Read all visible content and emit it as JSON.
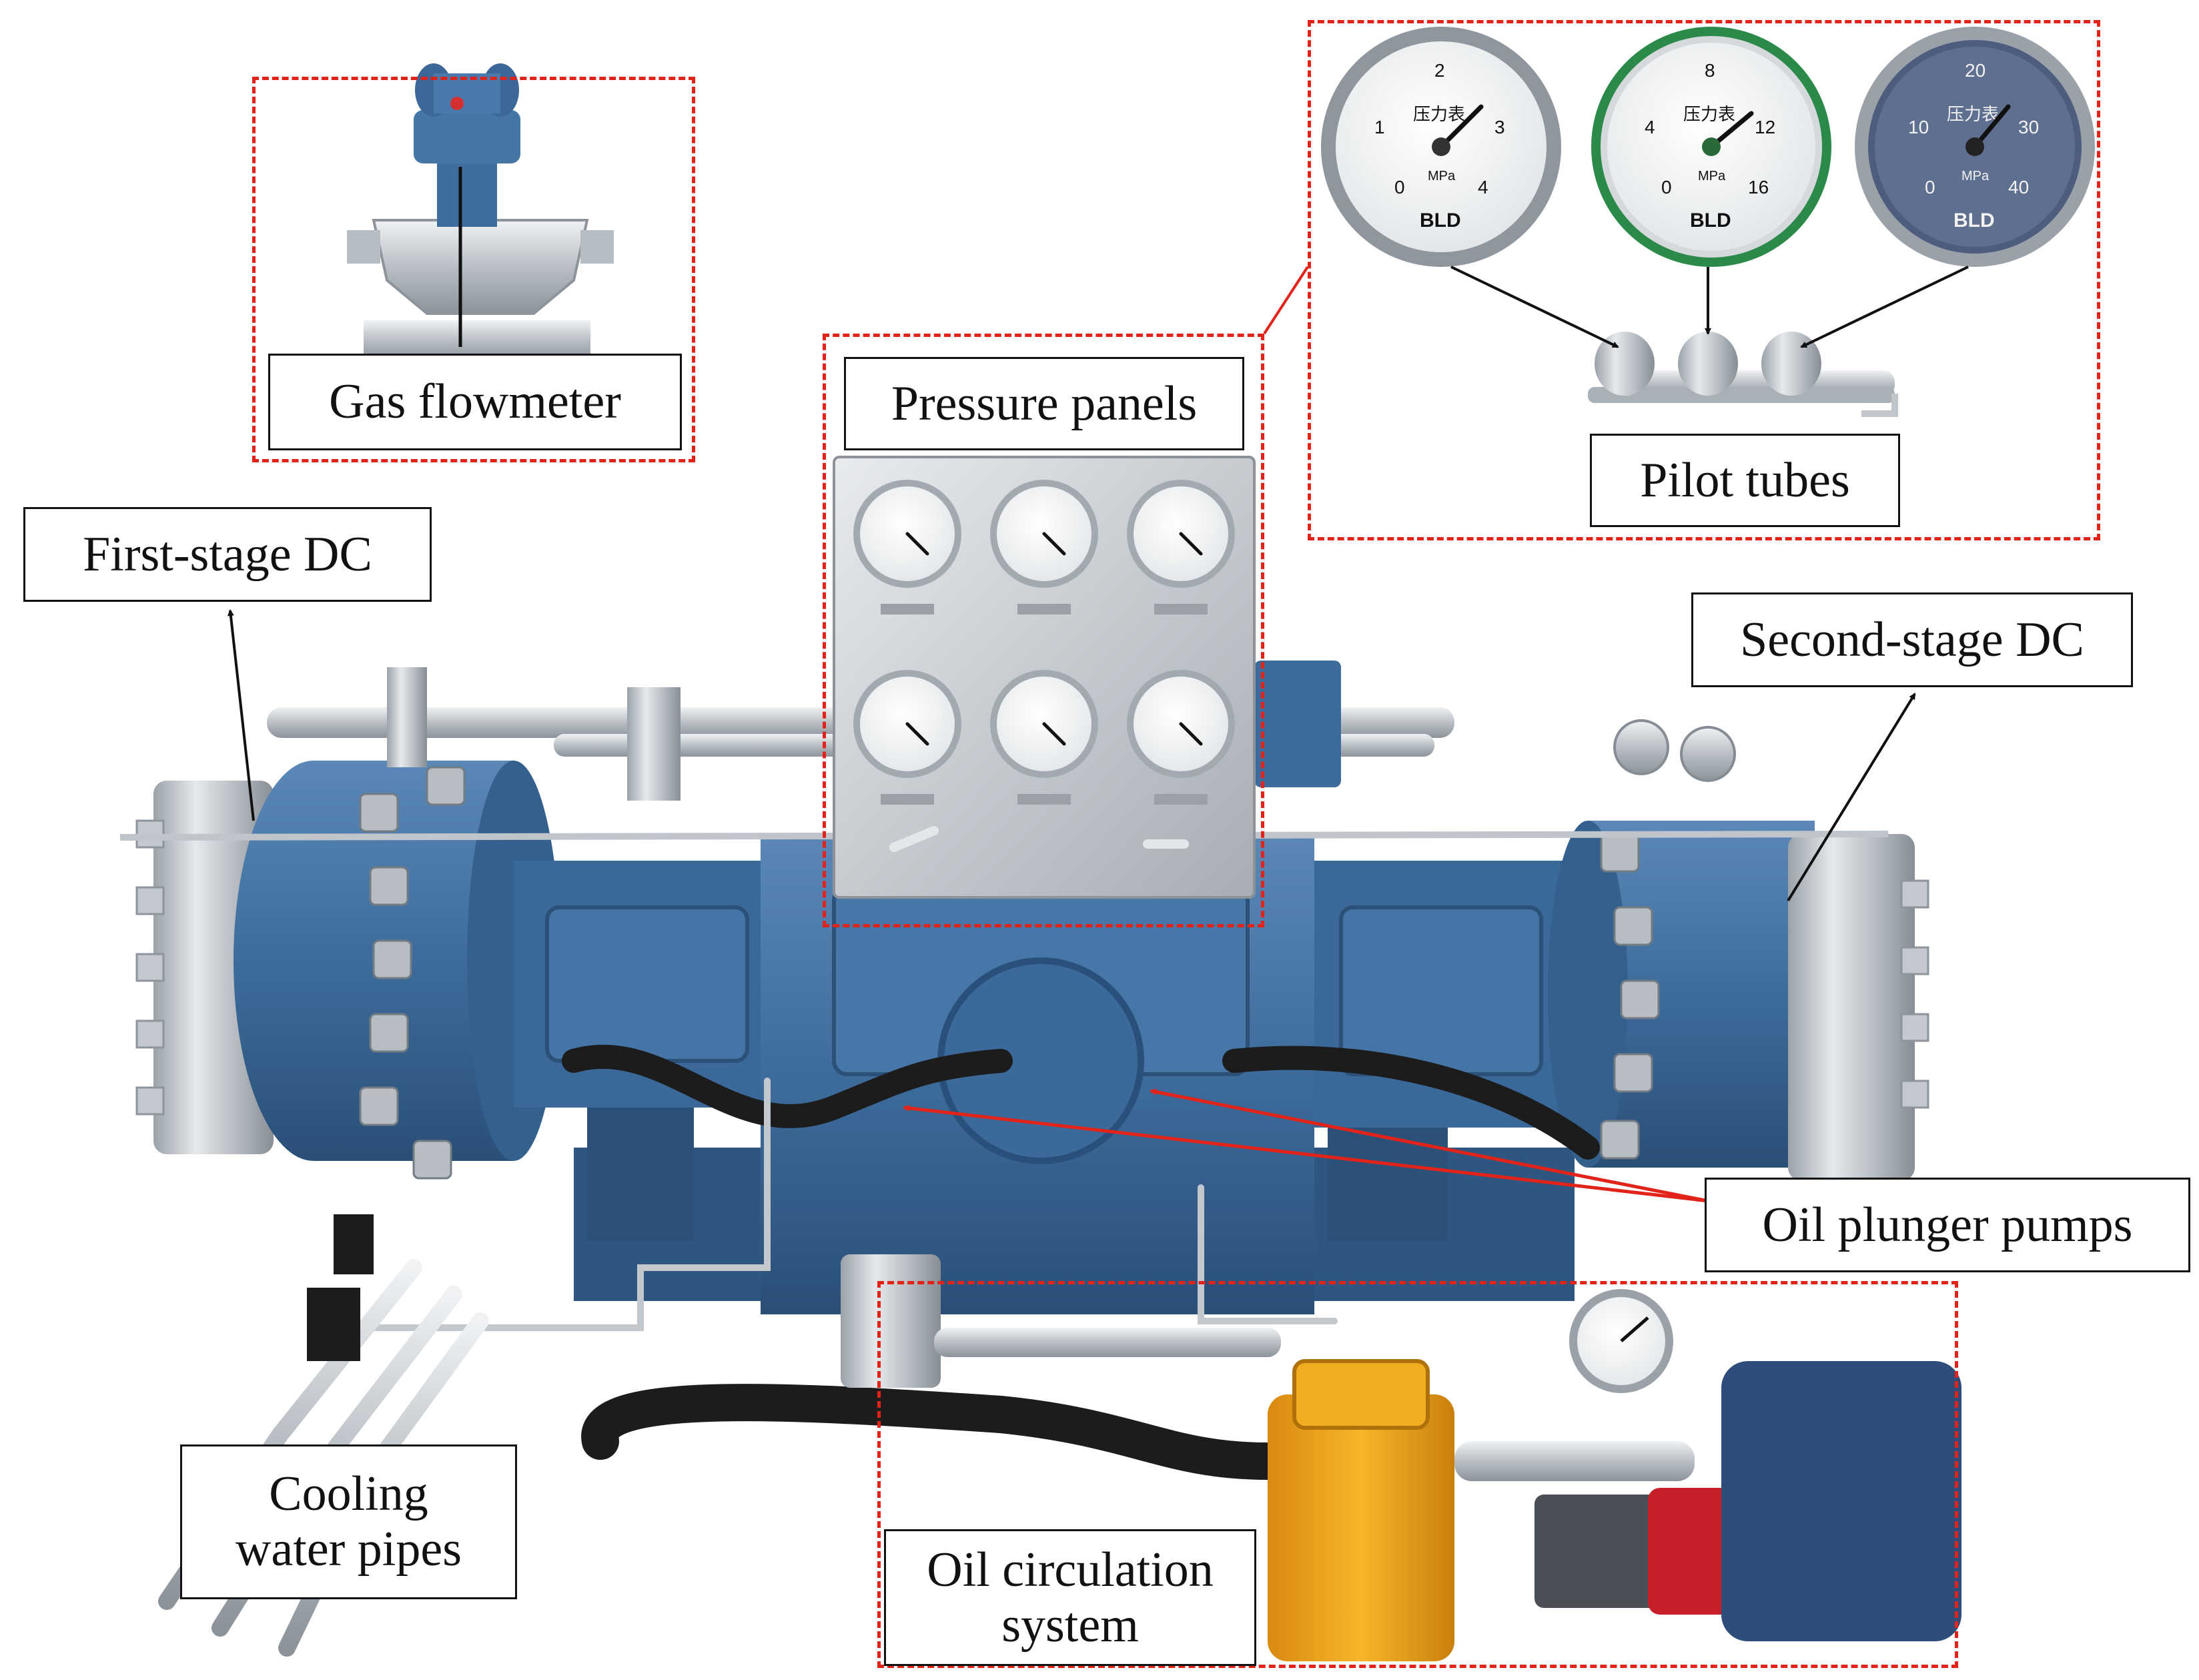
{
  "labels": {
    "gas_flowmeter": "Gas flowmeter",
    "pressure_panels": "Pressure panels",
    "pilot_tubes": "Pilot tubes",
    "first_stage_dc": "First-stage DC",
    "second_stage_dc": "Second-stage DC",
    "oil_plunger_pumps": "Oil plunger pumps",
    "cooling_water_pipes": "Cooling\nwater pipes",
    "oil_circulation_system": "Oil circulation\nsystem"
  },
  "gauges": [
    {
      "title": "压力表",
      "unit": "MPa",
      "brand": "BLD",
      "ticks": [
        "0",
        "1",
        "2",
        "3",
        "4"
      ],
      "max": 4,
      "reading": 2.6
    },
    {
      "title": "压力表",
      "unit": "MPa",
      "brand": "BLD",
      "ticks": [
        "0",
        "4",
        "8",
        "12",
        "16"
      ],
      "max": 16,
      "reading": 11.5
    },
    {
      "title": "压力表",
      "unit": "MPa",
      "brand": "BLD",
      "ticks": [
        "0",
        "10",
        "20",
        "30",
        "40"
      ],
      "max": 40,
      "reading": 28
    }
  ],
  "colors": {
    "annotation_dash": "#e2231a",
    "arrow_black": "#111111",
    "arrow_red": "#e2231a",
    "machine_blue": "#3f6fa0",
    "steel": "#c8cdd2",
    "filter_orange": "#f2a91c"
  }
}
